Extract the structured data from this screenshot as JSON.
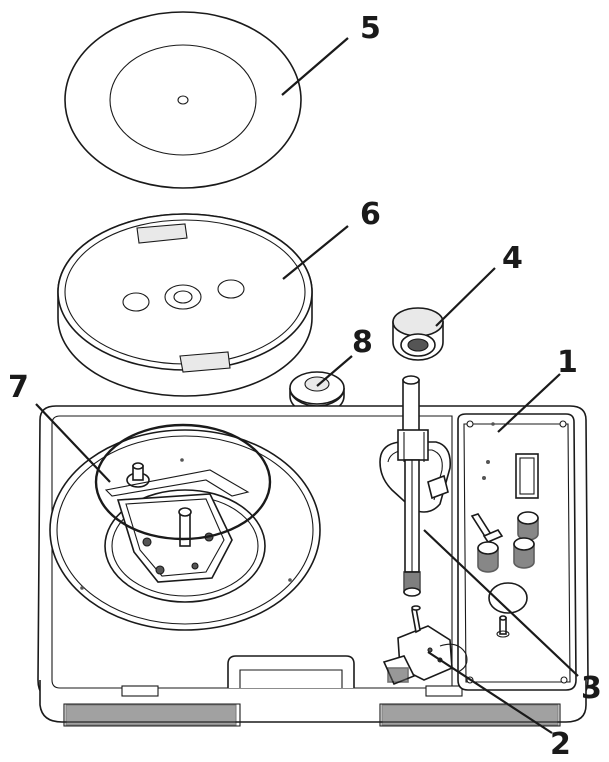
{
  "diagram": {
    "callouts": [
      {
        "id": "1",
        "label": "1"
      },
      {
        "id": "2",
        "label": "2"
      },
      {
        "id": "3",
        "label": "3"
      },
      {
        "id": "4",
        "label": "4"
      },
      {
        "id": "5",
        "label": "5"
      },
      {
        "id": "6",
        "label": "6"
      },
      {
        "id": "7",
        "label": "7"
      },
      {
        "id": "8",
        "label": "8"
      }
    ],
    "colors": {
      "line": "#1a1a1a",
      "background": "#ffffff",
      "shade": "#e9e9e9"
    }
  }
}
